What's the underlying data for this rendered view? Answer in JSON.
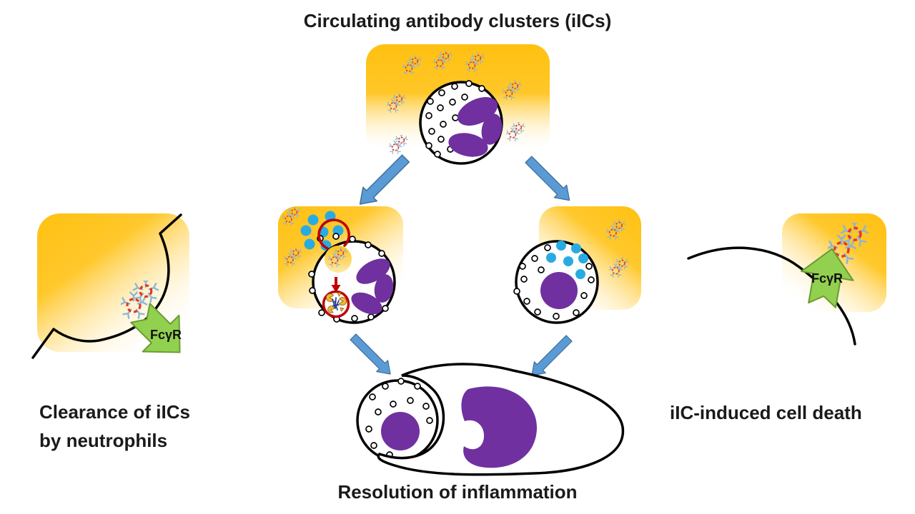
{
  "title": "Circulating antibody clusters (iICs)",
  "labels": {
    "left_line1": "Clearance of iICs",
    "left_line2": "by neutrophils",
    "right": "iIC-induced cell death",
    "bottom": "Resolution of inflammation",
    "receptor_left": "FcγR",
    "receptor_right": "FcγR"
  },
  "colors": {
    "orange": "#FFC010",
    "purple": "#7030A0",
    "arrow_blue": "#5B9BD5",
    "arrow_blue_border": "#41719C",
    "receptor_green": "#92D050",
    "receptor_green_border": "#6B9A2F",
    "red": "#C00000",
    "cytokine_blue": "#29ABE2",
    "antibody_blue": "#8AB6D9",
    "cluster_red": "#E5362A",
    "lysosome_yellow": "#EFB73E",
    "degraded_blue": "#2B3C8F"
  },
  "icons": [
    "iic-cluster-icon",
    "fcgr-receptor-arrow",
    "blue-arrow",
    "phagocytic-cup-ring",
    "phagolysosome-ring",
    "degradation-arrow-icon",
    "cytokine-dot",
    "granule"
  ]
}
